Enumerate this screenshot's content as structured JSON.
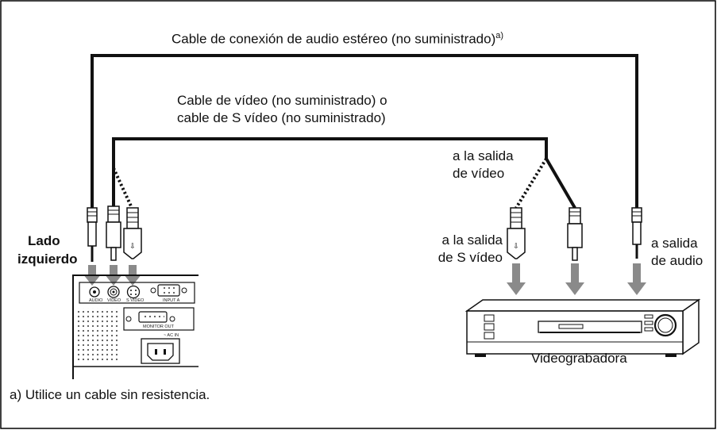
{
  "labels": {
    "audio_cable": "Cable de conexión de audio estéreo (no suministrado)",
    "audio_cable_note_mark": "a)",
    "video_cable_line1": "Cable de vídeo (no suministrado) o",
    "video_cable_line2": "cable de S vídeo (no suministrado)",
    "video_out_line1": "a la salida",
    "video_out_line2": "de vídeo",
    "svideo_out_line1": "a la salida",
    "svideo_out_line2": "de S vídeo",
    "audio_out_line1": "a salida",
    "audio_out_line2": "de audio",
    "left_side_line1": "Lado",
    "left_side_line2": "izquierdo",
    "vcr": "Videograbadora",
    "footnote": "a) Utilice un cable sin resistencia."
  },
  "panel_labels": {
    "audio": "AUDIO",
    "video": "VIDEO",
    "svideo": "S VIDEO",
    "input_a": "INPUT A",
    "monitor_out": "MONITOR OUT",
    "ac_in": "~ AC IN"
  },
  "colors": {
    "cable": "#111111",
    "arrow": "#8a8a8a",
    "frame": "#000000"
  }
}
